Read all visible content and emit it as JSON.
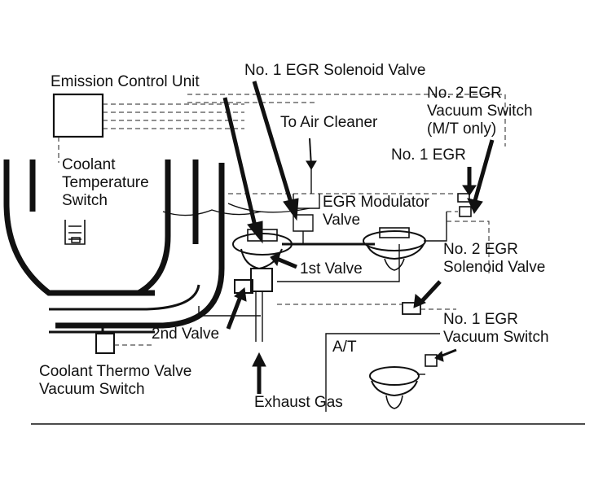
{
  "labels": {
    "emission_control_unit": "Emission Control Unit",
    "no1_egr_solenoid_valve": "No. 1 EGR Solenoid Valve",
    "no2_egr_vacuum_switch_l1": "No. 2 EGR",
    "no2_egr_vacuum_switch_l2": "Vacuum Switch",
    "no2_egr_vacuum_switch_l3": "(M/T only)",
    "to_air_cleaner": "To Air Cleaner",
    "no1_egr": "No. 1 EGR",
    "coolant_temp_l1": "Coolant",
    "coolant_temp_l2": "Temperature",
    "coolant_temp_l3": "Switch",
    "egr_modulator_l1": "EGR Modulator",
    "egr_modulator_l2": "Valve",
    "first_valve": "1st Valve",
    "no2_egr_solenoid_l1": "No. 2 EGR",
    "no2_egr_solenoid_l2": "Solenoid Valve",
    "second_valve": "2nd Valve",
    "no1_egr_vacuum_switch_l1": "No. 1 EGR",
    "no1_egr_vacuum_switch_l2": "Vacuum Switch",
    "at": "A/T",
    "coolant_thermo_l1": "Coolant Thermo Valve",
    "coolant_thermo_l2": "Vacuum Switch",
    "exhaust_gas": "Exhaust Gas"
  },
  "colors": {
    "ink": "#111111",
    "background": "#ffffff"
  }
}
